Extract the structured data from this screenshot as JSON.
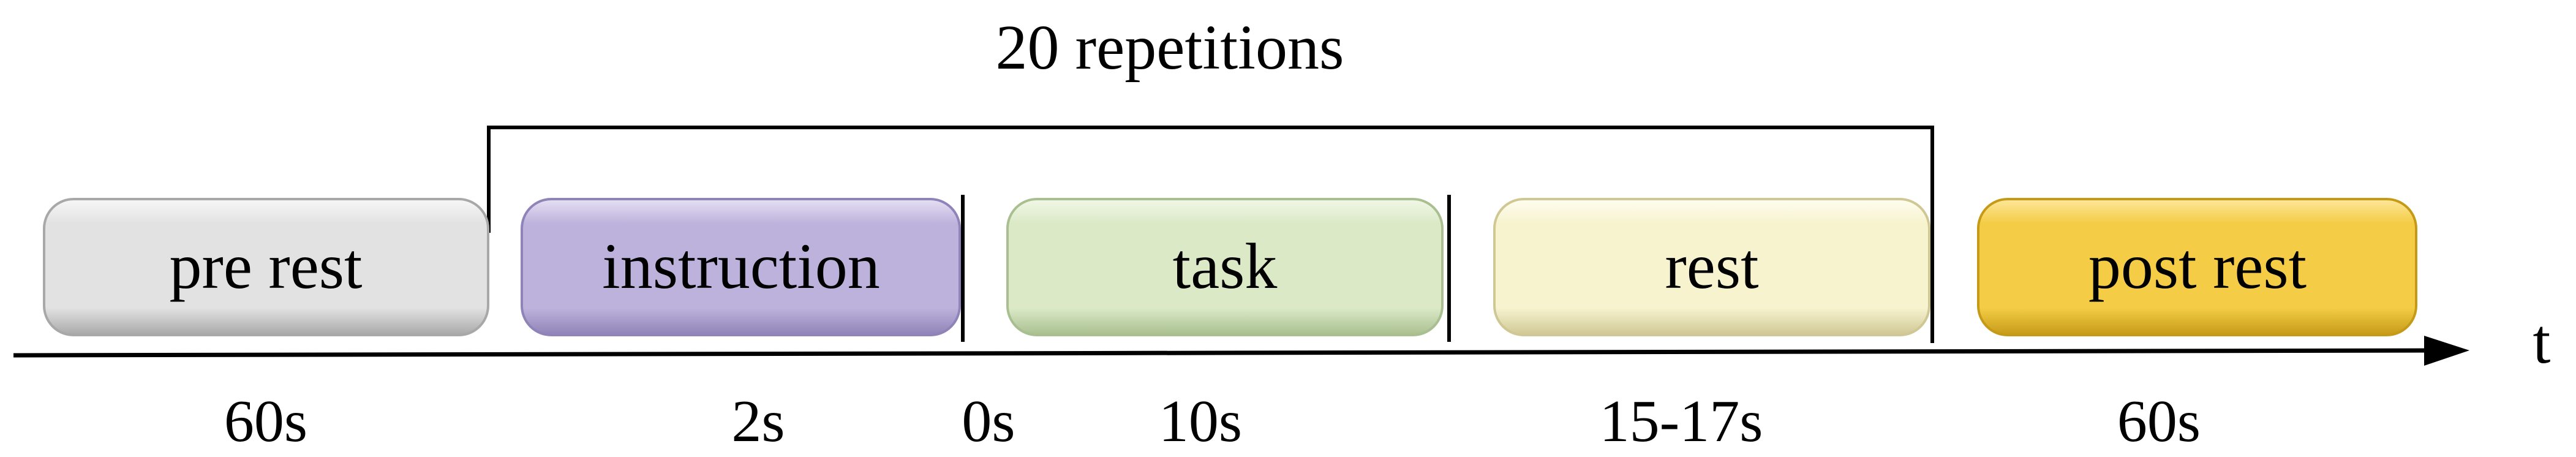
{
  "diagram": {
    "repeat_label": "20 repetitions",
    "axis_label": "t",
    "blocks": [
      {
        "id": "pre-rest",
        "label": "pre rest",
        "color": "#e2e2e2",
        "edge": "#a8a8a8",
        "light": "#f7f7f7"
      },
      {
        "id": "instruction",
        "label": "instruction",
        "color": "#bdb2dc",
        "edge": "#8f83b7",
        "light": "#e6e0f3"
      },
      {
        "id": "task",
        "label": "task",
        "color": "#dbe9c7",
        "edge": "#a9bf90",
        "light": "#f1f7e8"
      },
      {
        "id": "rest",
        "label": "rest",
        "color": "#f7f3cf",
        "edge": "#cfc794",
        "light": "#fffdf0"
      },
      {
        "id": "post-rest",
        "label": "post rest",
        "color": "#f4cc45",
        "edge": "#c59a17",
        "light": "#fde79b"
      }
    ],
    "durations": [
      "60s",
      "2s",
      "0s",
      "10s",
      "15-17s",
      "60s"
    ]
  }
}
